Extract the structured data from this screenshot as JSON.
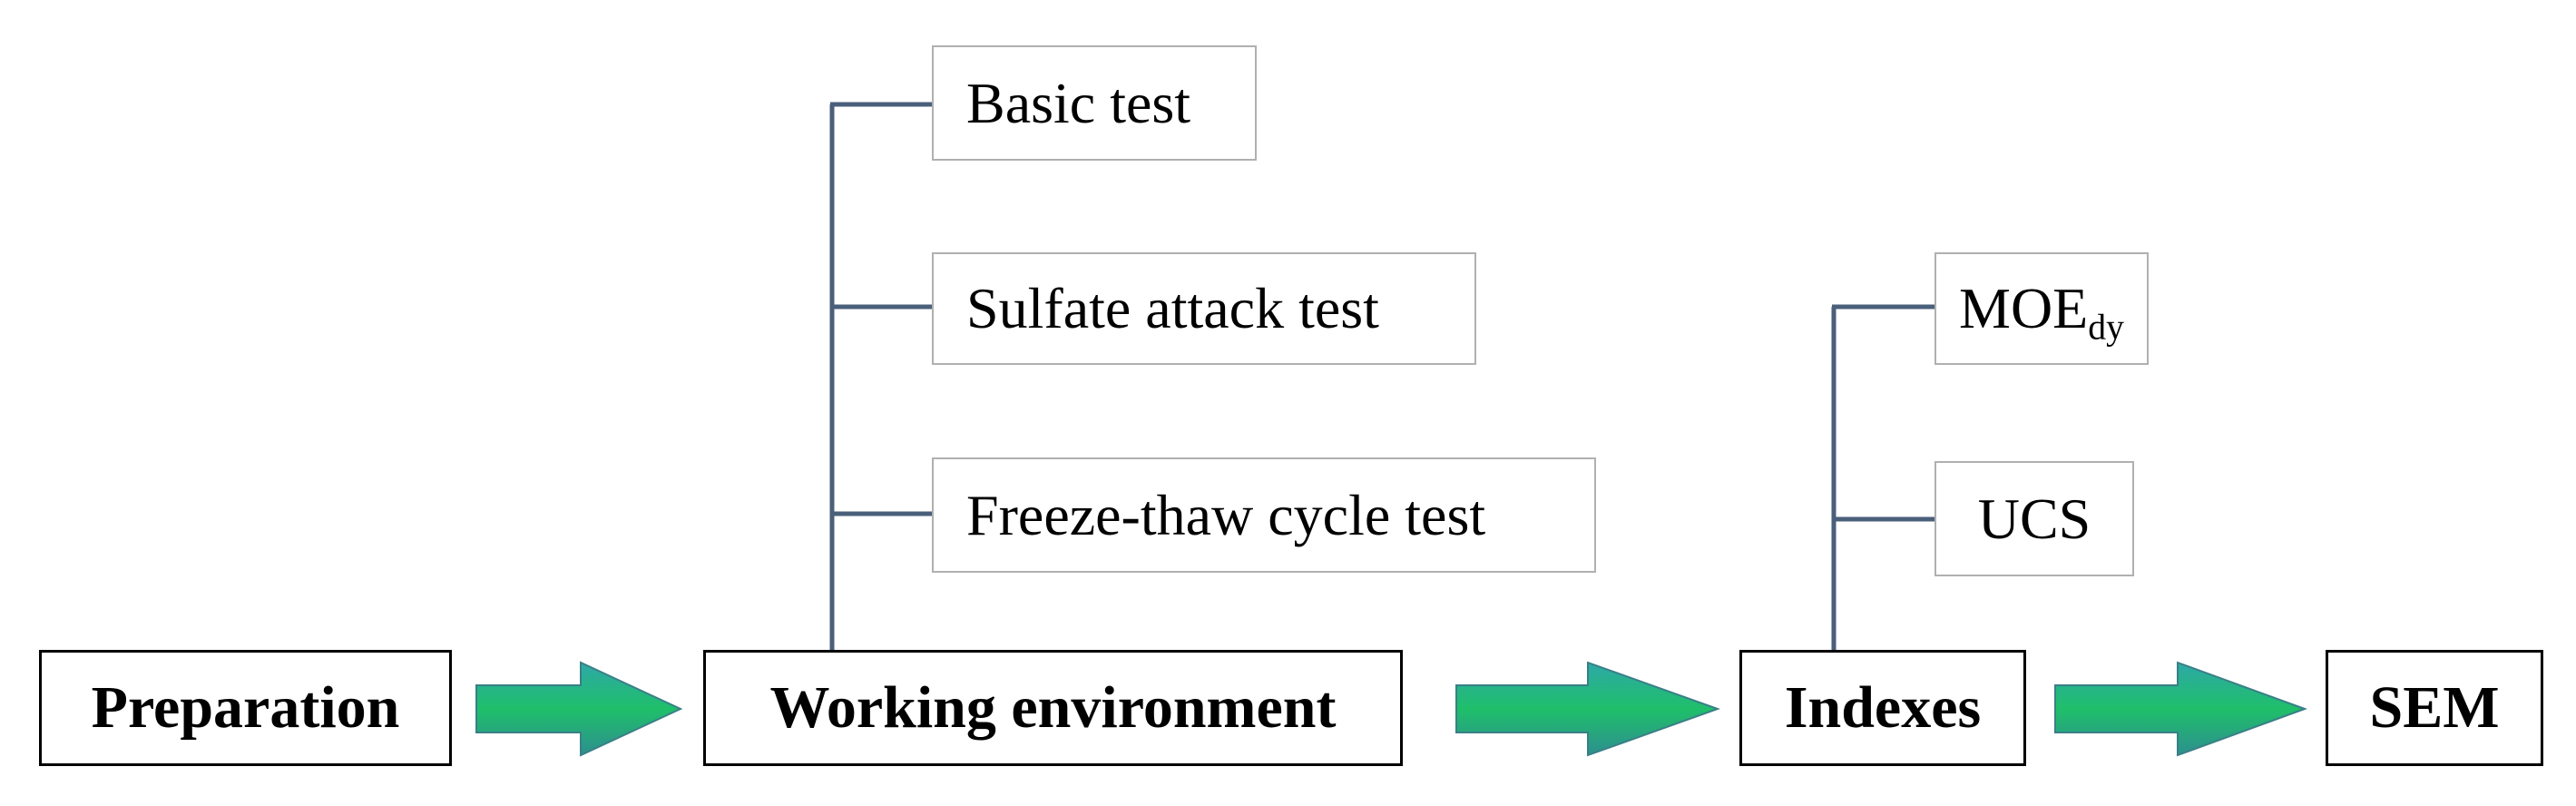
{
  "flow": {
    "preparation": "Preparation",
    "working_environment": "Working environment",
    "indexes": "Indexes",
    "sem": "SEM"
  },
  "working_environment_branches": {
    "basic_test": "Basic test",
    "sulfate_attack_test": "Sulfate attack test",
    "freeze_thaw_test": "Freeze-thaw cycle test"
  },
  "index_branches": {
    "moe_main": "MOE",
    "moe_sub": "dy",
    "ucs": "UCS"
  },
  "colors": {
    "connector_line": "#4a5f7a",
    "arrow_gradient_top": "#2ea8a8",
    "arrow_gradient_mid": "#1fbf6a",
    "arrow_gradient_bottom": "#2d8f8f",
    "main_box_border": "#000000",
    "sub_box_border": "#b0b0b0"
  }
}
